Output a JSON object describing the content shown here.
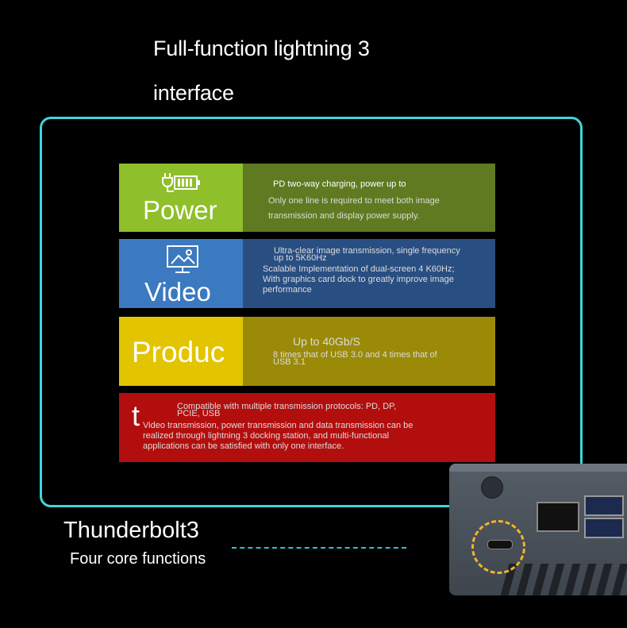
{
  "heading": {
    "line1": "Full-function lightning 3",
    "line2": "interface"
  },
  "rows": [
    {
      "label": "Power",
      "lines": [
        "PD two-way charging, power up to",
        "Only one line is required to meet both image",
        "transmission and display power supply."
      ],
      "icon": "plug-battery-icon"
    },
    {
      "label": "Video",
      "lines": [
        "Ultra-clear image transmission, single frequency",
        "up to 5K60Hz",
        "Scalable Implementation of dual-screen 4 K60Hz;",
        "With graphics card dock to greatly improve image",
        "performance"
      ],
      "icon": "monitor-image-icon"
    },
    {
      "label": "Produc",
      "lines": [
        "Up to 40Gb/S",
        "8 times that of USB 3.0 and 4 times that of",
        "USB 3.1"
      ]
    },
    {
      "label": "t",
      "lines": [
        "Compatible with multiple transmission protocols: PD, DP,",
        "PCIE, USB",
        "Video transmission, power transmission and data transmission can be",
        "realized through lightning 3 docking station, and multi-functional",
        "applications can be satisfied with only one interface."
      ]
    }
  ],
  "footer": {
    "title": "Thunderbolt3",
    "subtitle": "Four core functions"
  },
  "colors": {
    "frame": "#3fd6dc",
    "power": "#8fbf2a",
    "video": "#3b79c1",
    "product": "#e2c400",
    "red": "#b30e0e",
    "highlight": "#f0b429"
  }
}
